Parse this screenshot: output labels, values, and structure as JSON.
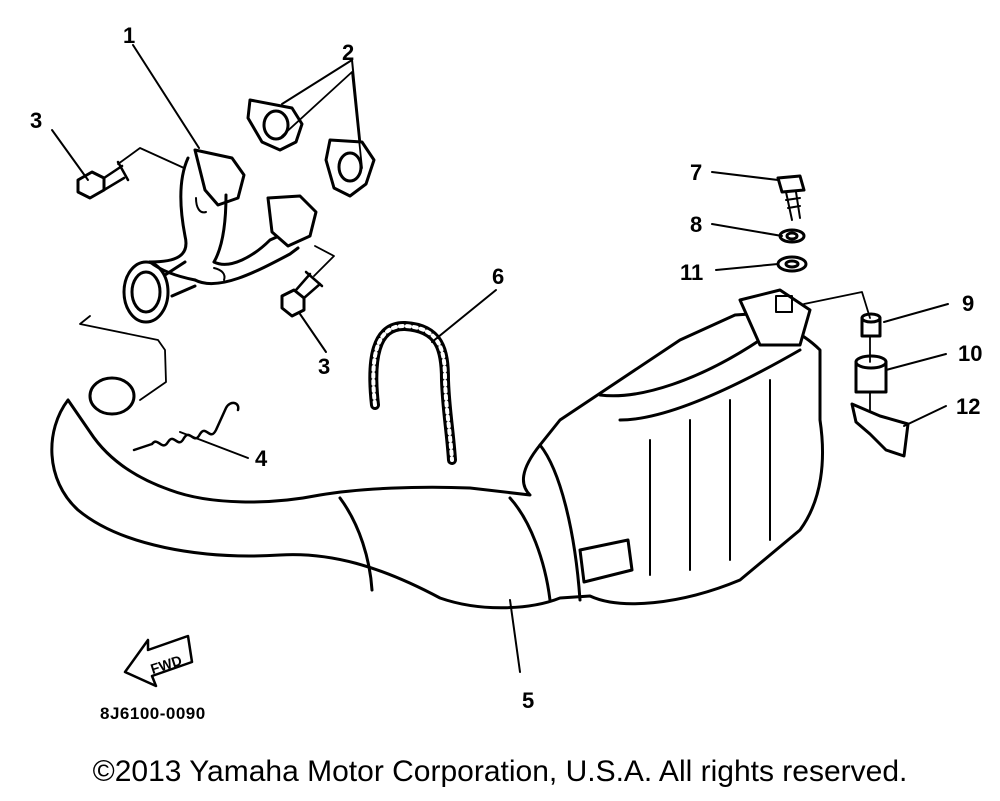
{
  "diagram": {
    "callouts": [
      {
        "label": "1"
      },
      {
        "label": "2"
      },
      {
        "label": "3"
      },
      {
        "label": "3"
      },
      {
        "label": "4"
      },
      {
        "label": "5"
      },
      {
        "label": "6"
      },
      {
        "label": "7"
      },
      {
        "label": "8"
      },
      {
        "label": "11"
      },
      {
        "label": "9"
      },
      {
        "label": "10"
      },
      {
        "label": "12"
      }
    ],
    "fwd_label": "FWD",
    "diagram_code": "8J6100-0090",
    "copyright": "©2013 Yamaha Motor Corporation, U.S.A. All rights reserved."
  }
}
